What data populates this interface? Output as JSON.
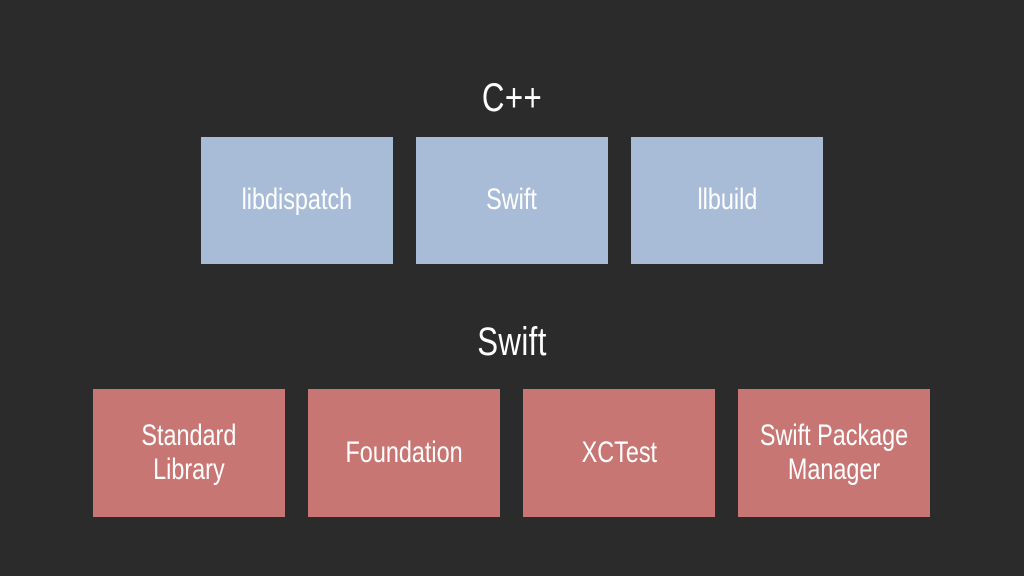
{
  "cpp_section": {
    "title": "C++",
    "color": "#a8bcd8",
    "items": [
      {
        "label": "libdispatch"
      },
      {
        "label": "Swift"
      },
      {
        "label": "llbuild"
      }
    ]
  },
  "swift_section": {
    "title": "Swift",
    "color": "#c87674",
    "items": [
      {
        "label": "Standard\nLibrary"
      },
      {
        "label": "Foundation"
      },
      {
        "label": "XCTest"
      },
      {
        "label": "Swift Package\nManager"
      }
    ]
  },
  "background": "#2b2b2b"
}
